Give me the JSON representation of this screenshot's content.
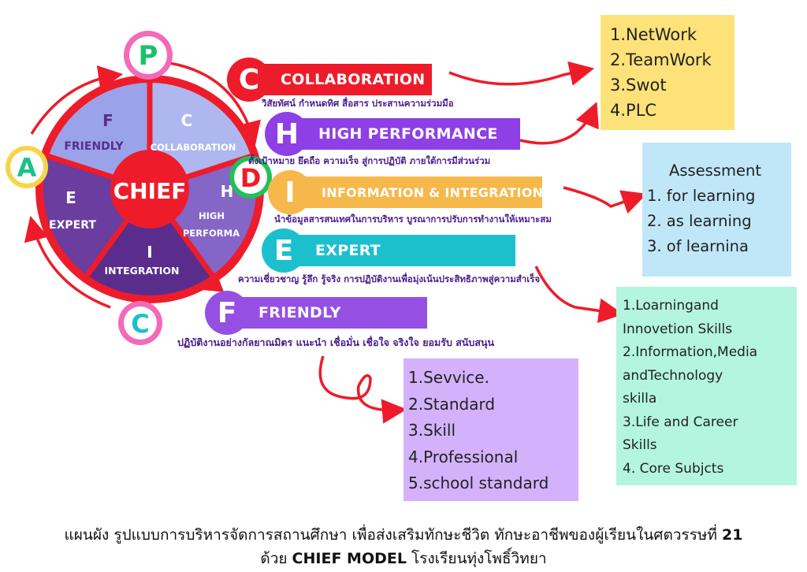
{
  "wheel": {
    "center": "CHIEF",
    "wedges": {
      "c": {
        "letter": "C",
        "label": "COLLABORATION"
      },
      "h": {
        "letter": "H",
        "label1": "HIGH",
        "label2": "PERFORMA"
      },
      "i": {
        "letter": "I",
        "label": "INTEGRATION"
      },
      "e": {
        "letter": "E",
        "label": "EXPERT"
      },
      "f": {
        "letter": "F",
        "label": "FRIENDLY"
      }
    },
    "badges": {
      "p": "P",
      "d": "D",
      "c": "C",
      "a": "A"
    }
  },
  "banners": [
    {
      "letter": "C",
      "title": "COLLABORATION",
      "desc": "วิสัยทัศน์ กำหนดทิศ สื่อสาร ประสานความร่วมมือ"
    },
    {
      "letter": "H",
      "title": "HIGH PERFORMANCE",
      "desc": "ตั้งเป้าหมาย ยึดถือ ความเร็จ สู่การปฏิบัติ ภายใต้การมีส่วนร่วม"
    },
    {
      "letter": "I",
      "title": "INFORMATION & INTEGRATION",
      "desc": "นำข้อมูลสารสนเทศในการบริหาร บูรณาการปรับการทำงานให้เหมาะสม"
    },
    {
      "letter": "E",
      "title": "EXPERT",
      "desc": "ความเชี่ยวชาญ รู้ลึก รู้จริง การปฏิบัติงานเพื่อมุ่งเน้นประสิทธิภาพสู่ความสำเร็จ"
    },
    {
      "letter": "F",
      "title": "FRIENDLY",
      "desc": "ปฏิบัติงานอย่างกัลยาณมิตร แนะนำ เชื่อมั่น เชื่อใจ จริงใจ ยอมรับ สนับสนุน"
    }
  ],
  "boxes": {
    "network": [
      "1.NetWork",
      "2.TeamWork",
      "3.Swot",
      "4.PLC"
    ],
    "assessment": [
      "Assessment",
      "1. for learning",
      "2.  as learning",
      "3.  of learnina"
    ],
    "skills": [
      "1.Loarningand",
      "Innovetion Skills",
      "2.Information,Media",
      "andTechnology",
      "skilla",
      "3.Life and Career",
      "Skills",
      "4. Core Subjcts"
    ],
    "service": [
      "1.Sevvice.",
      "2.Standard",
      "3.Skill",
      "4.Professional",
      "5.school standard"
    ]
  },
  "caption": {
    "line1_text": "แผนผัง รูปแบบการบริหารจัดการสถานศึกษา เพื่อส่งเสริมทักษะชีวิต ทักษะอาชีพของผู้เรียนในศตวรรษที่ ",
    "line1_bold": "21",
    "line2_pre": "ด้วย ",
    "line2_bold": "CHIEF MODEL",
    "line2_post": " โรงเรียนทุ่งโพธิ์วิทยา"
  },
  "colors": {
    "red": "#ee1c2a",
    "purple_dark": "#5a2d8c",
    "purple_mid": "#8466c7",
    "lavender": "#aeb7f0",
    "cyan": "#1cc0cc",
    "orange": "#f7b84b",
    "yellow_box": "#fde27a",
    "blue_box": "#bfe7f8",
    "mint_box": "#b3f5de",
    "lilac_box": "#d3b2fb"
  }
}
